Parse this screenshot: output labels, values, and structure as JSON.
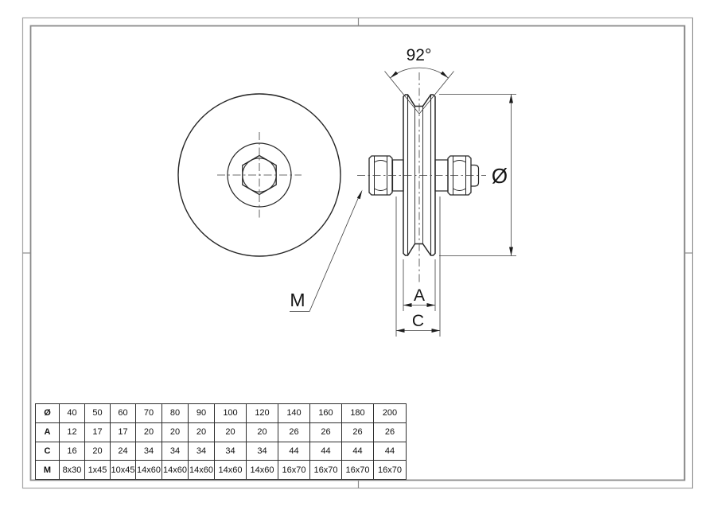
{
  "drawing": {
    "angle_label": "92°",
    "m_label": "M",
    "a_label": "A",
    "c_label": "C",
    "diameter_label": "Ø"
  },
  "table": {
    "row_labels": [
      "Ø",
      "A",
      "C",
      "M"
    ],
    "values": [
      [
        "40",
        "50",
        "60",
        "70",
        "80",
        "90",
        "100",
        "120",
        "140",
        "160",
        "180",
        "200"
      ],
      [
        "12",
        "17",
        "17",
        "20",
        "20",
        "20",
        "20",
        "20",
        "26",
        "26",
        "26",
        "26"
      ],
      [
        "16",
        "20",
        "24",
        "34",
        "34",
        "34",
        "34",
        "34",
        "44",
        "44",
        "44",
        "44"
      ],
      [
        "8x30",
        "1x45",
        "10x45",
        "14x60",
        "14x60",
        "14x60",
        "14x60",
        "14x60",
        "16x70",
        "16x70",
        "16x70",
        "16x70"
      ]
    ]
  }
}
